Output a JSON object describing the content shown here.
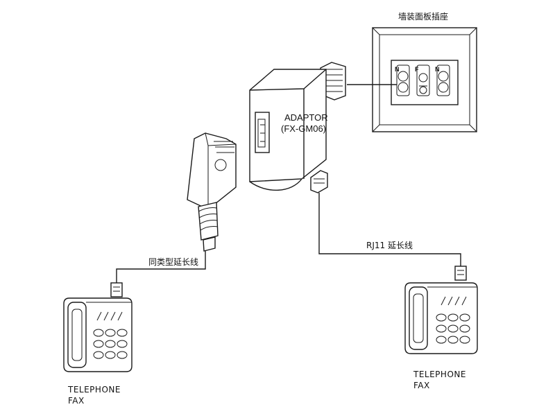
{
  "labels": {
    "wall_plate": "墙装面板插座",
    "adaptor_line1": "ADAPTOR",
    "adaptor_line2": "(FX-GM06)",
    "same_type_cable": "同类型延长线",
    "rj11_cable": "RJ11 延长线",
    "left_device_line1": "TELEPHONE",
    "left_device_line2": "FAX",
    "right_device_line1": "TELEPHONE",
    "right_device_line2": "FAX",
    "socket_n_left": "N",
    "socket_f": "F",
    "socket_n_right": "N"
  }
}
